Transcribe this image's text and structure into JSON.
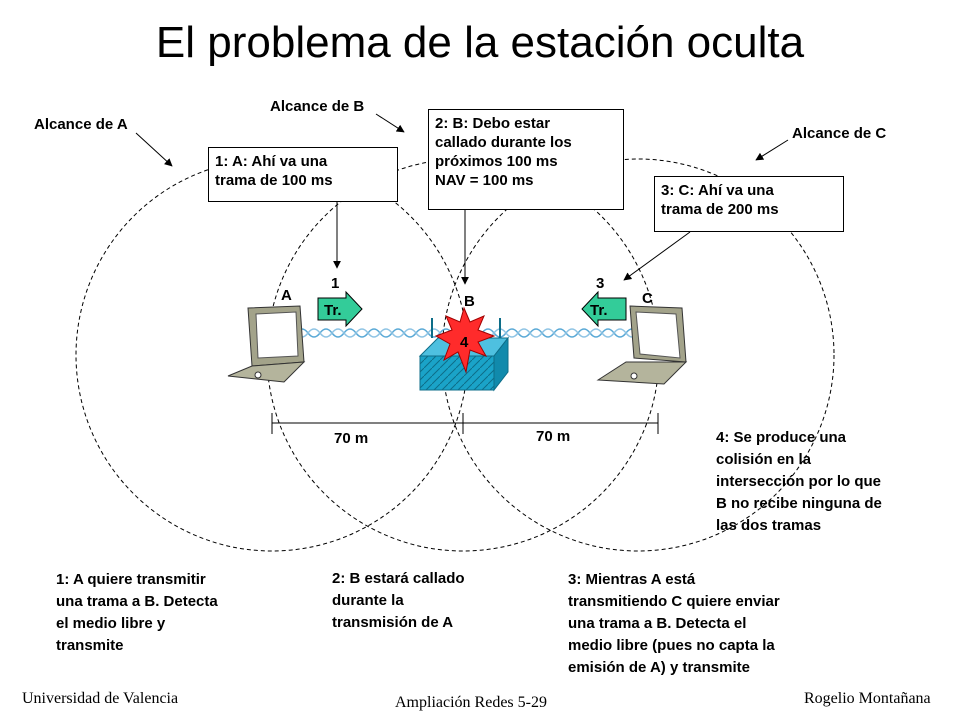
{
  "title": "El problema de la estación oculta",
  "ranges": {
    "a": "Alcance de A",
    "b": "Alcance de B",
    "c": "Alcance de C"
  },
  "callouts": {
    "a": [
      "1: A: Ahí va una",
      "trama de 100 ms"
    ],
    "b": [
      "2: B: Debo estar",
      "callado durante los",
      "próximos 100 ms",
      "NAV = 100 ms"
    ],
    "c": [
      "3: C: Ahí va una",
      "trama de 200 ms"
    ]
  },
  "nodes": {
    "a": "A",
    "b": "B",
    "c": "C",
    "step_a": "1",
    "step_c": "3",
    "collision": "4",
    "tr_a": "Tr.",
    "tr_c": "Tr."
  },
  "distances": {
    "left": "70 m",
    "right": "70 m"
  },
  "notes": {
    "n1": [
      "1: A quiere transmitir",
      "una trama a B. Detecta",
      "el medio libre y",
      "transmite"
    ],
    "n2": [
      "2: B estará callado",
      "durante la",
      "transmisión de A"
    ],
    "n3": [
      "3: Mientras A está",
      "transmitiendo C quiere enviar",
      "una trama a B. Detecta el",
      "medio libre (pues no capta la",
      "emisión de A) y transmite"
    ],
    "n4": [
      "4: Se produce una",
      "colisión en la",
      "intersección por lo que",
      "B no recibe ninguna de",
      "las dos tramas"
    ]
  },
  "footer": {
    "left": "Universidad de Valencia",
    "center": "Ampliación Redes 5-29",
    "right": "Rogelio Montañana"
  },
  "colors": {
    "transmit_arrow": "#33cc99",
    "collision": "#ff2b2b",
    "switch": "#1aa3c8",
    "laptop": "#a3a38a"
  }
}
